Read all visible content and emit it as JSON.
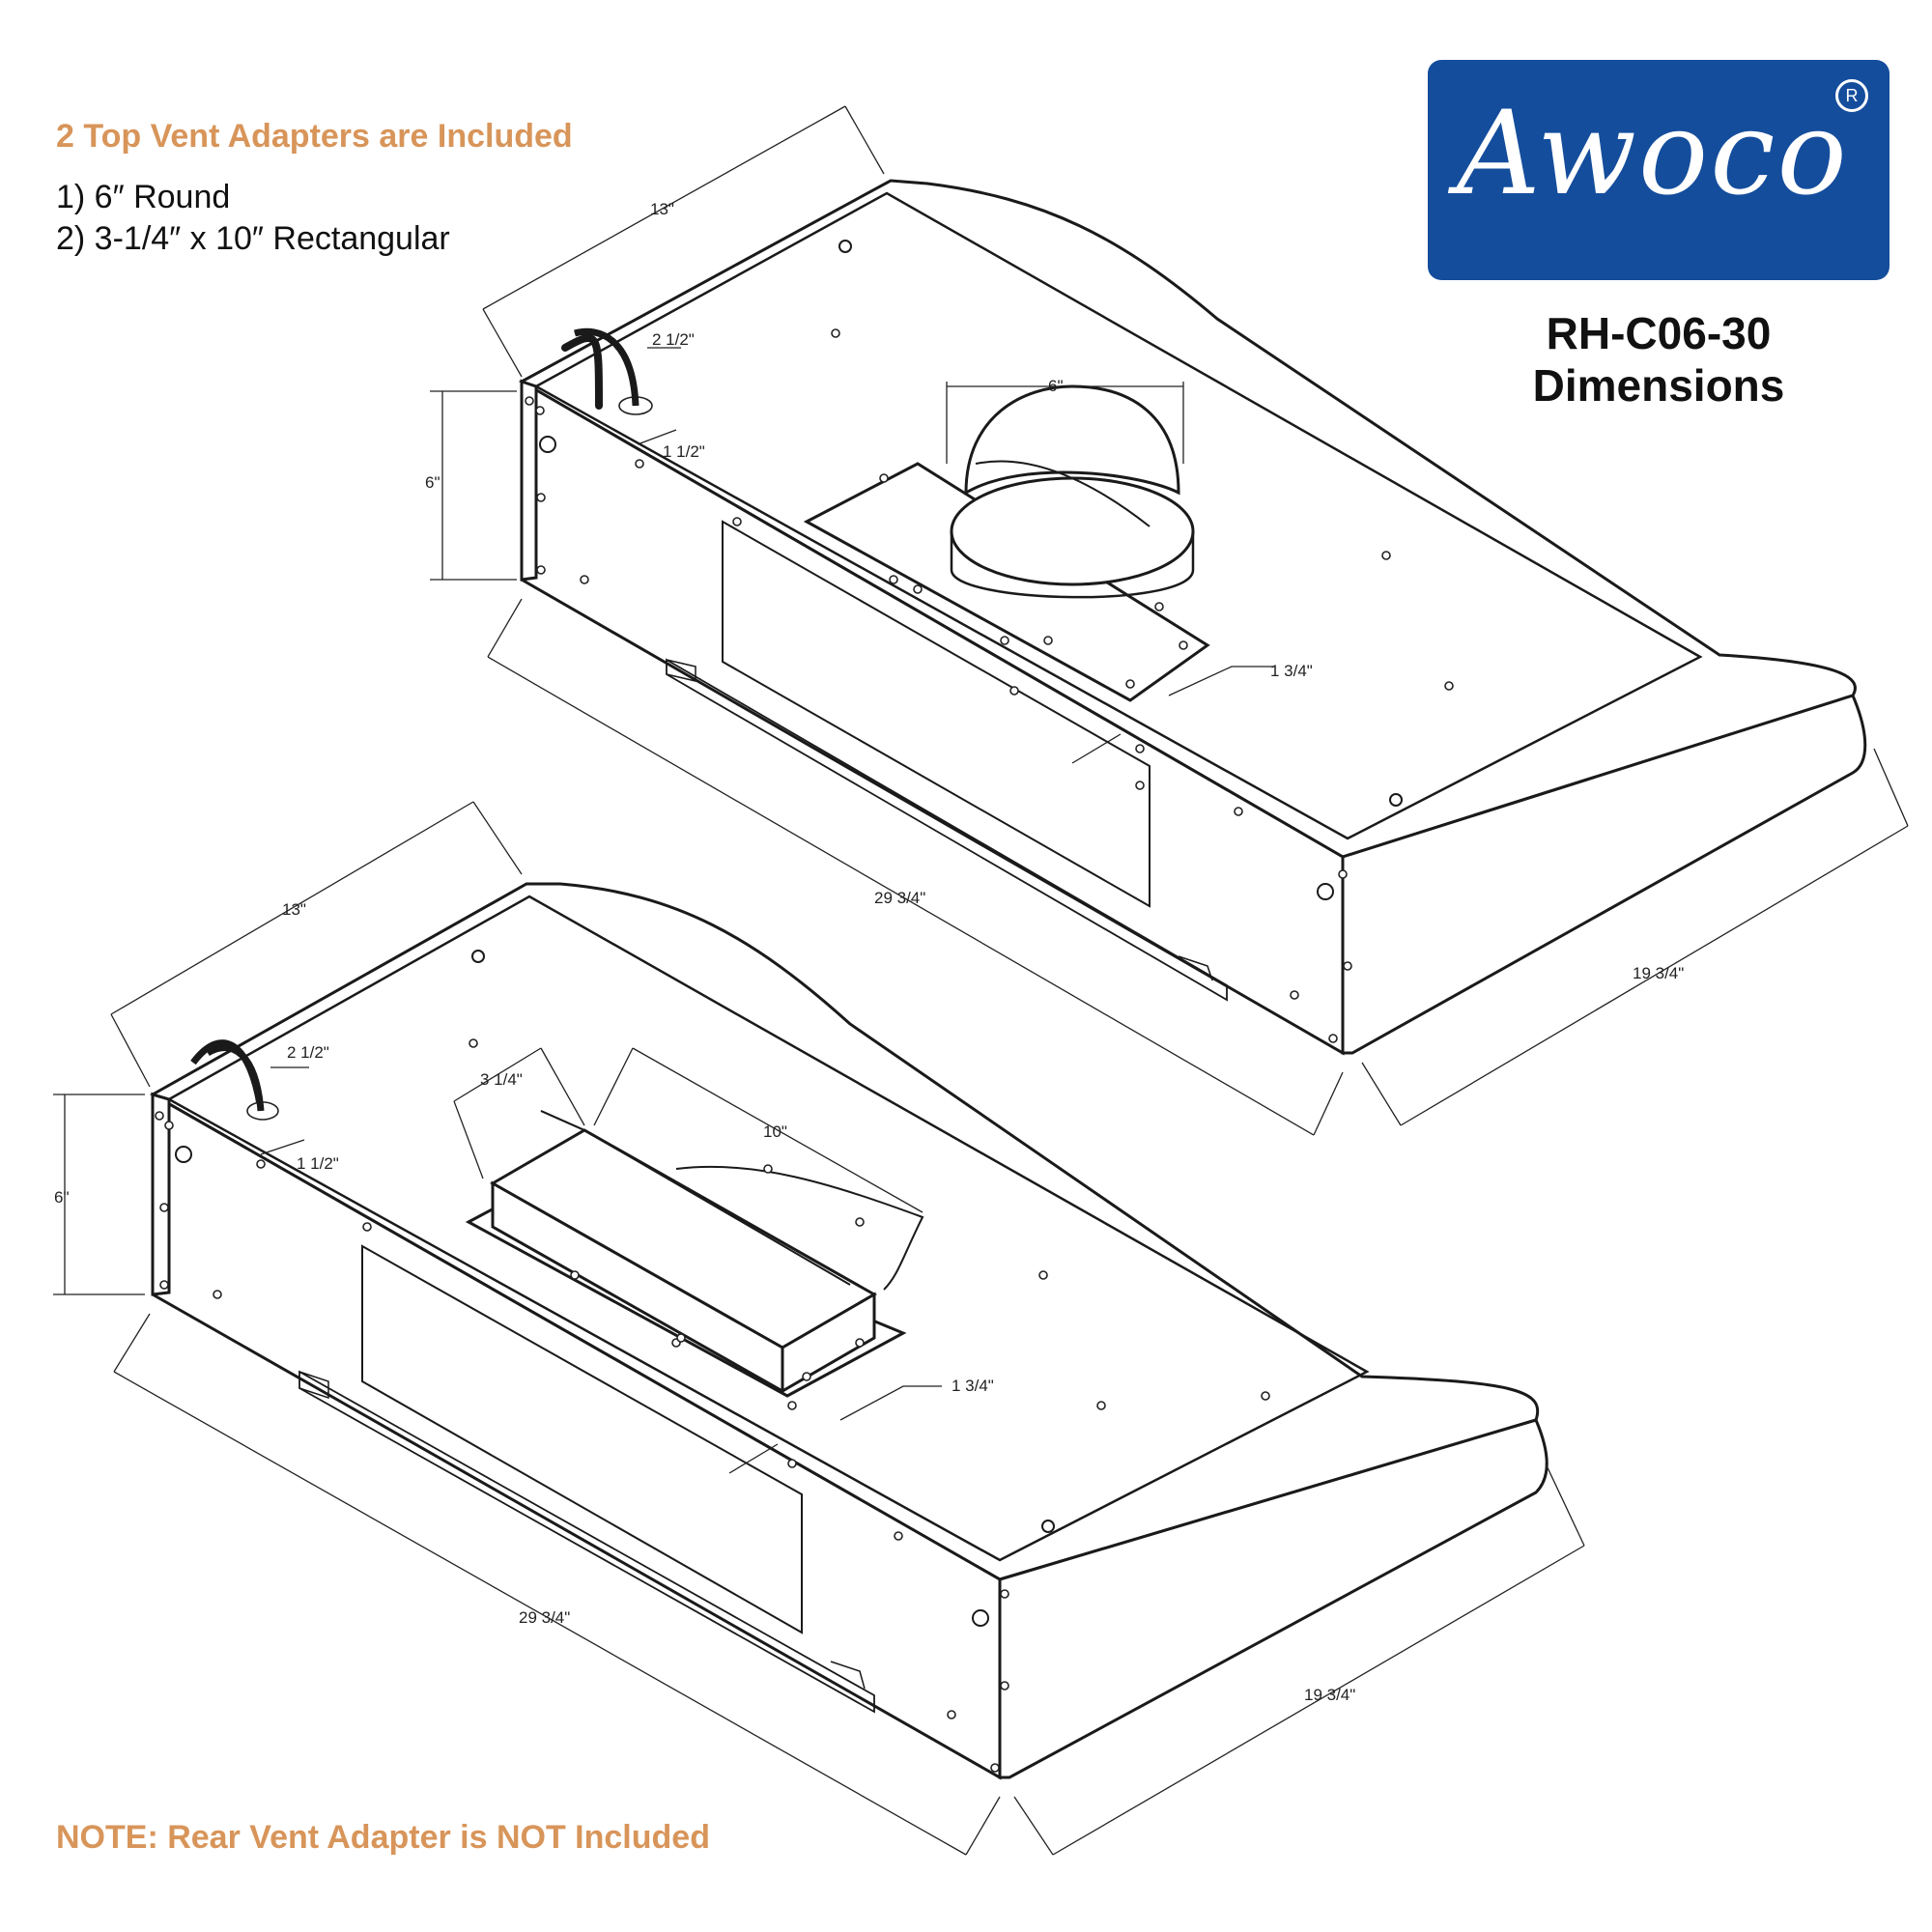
{
  "header": {
    "included_note": "2 Top Vent Adapters are Included",
    "adapter_1": "1) 6″ Round",
    "adapter_2": "2) 3-1/4″ x 10″ Rectangular",
    "rear_note": "NOTE: Rear Vent Adapter is NOT Included",
    "note_color": "#d8955a"
  },
  "brand": {
    "logo_text": "Awoco",
    "registered_mark": "R",
    "logo_bg_color": "#144d9c",
    "model_title": "RH-C06-30 Dimensions"
  },
  "top_hood": {
    "depth": "13\"",
    "height": "6\"",
    "width": "29 3/4\"",
    "front_depth": "19 3/4\"",
    "cord_offset_1": "2 1/2\"",
    "cord_offset_2": "1 1/2\"",
    "vent_diameter": "6\"",
    "vent_offset": "1 3/4\""
  },
  "bottom_hood": {
    "depth": "13\"",
    "height": "6\"",
    "width": "29 3/4\"",
    "front_depth": "19 3/4\"",
    "cord_offset_1": "2 1/2\"",
    "cord_offset_2": "1 1/2\"",
    "vent_short": "3 1/4\"",
    "vent_long": "10\"",
    "vent_offset": "1 3/4\""
  }
}
